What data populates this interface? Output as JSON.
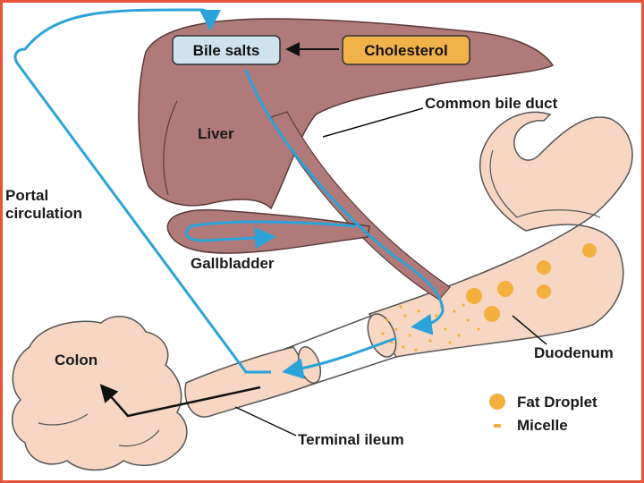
{
  "diagram": {
    "nodes": {
      "bile_salts": "Bile salts",
      "cholesterol": "Cholesterol"
    },
    "labels": {
      "common_bile_duct": "Common bile duct",
      "liver": "Liver",
      "portal_circulation_line1": "Portal",
      "portal_circulation_line2": "circulation",
      "gallbladder": "Gallbladder",
      "duodenum": "Duodenum",
      "colon": "Colon",
      "terminal_ileum": "Terminal ileum"
    },
    "legend": {
      "fat_droplet": "Fat Droplet",
      "micelle": "Micelle"
    }
  },
  "colors": {
    "frame": "#e8543a",
    "liver": "#b07a7a",
    "liver_outline": "#5a3a3a",
    "intestine": "#f7d7c4",
    "intestine_outline": "#555555",
    "flow_arrow": "#2ba3d8",
    "bile_salts_box": "#cfe3ee",
    "cholesterol_box": "#f2b24a",
    "fat": "#f4b03e"
  }
}
